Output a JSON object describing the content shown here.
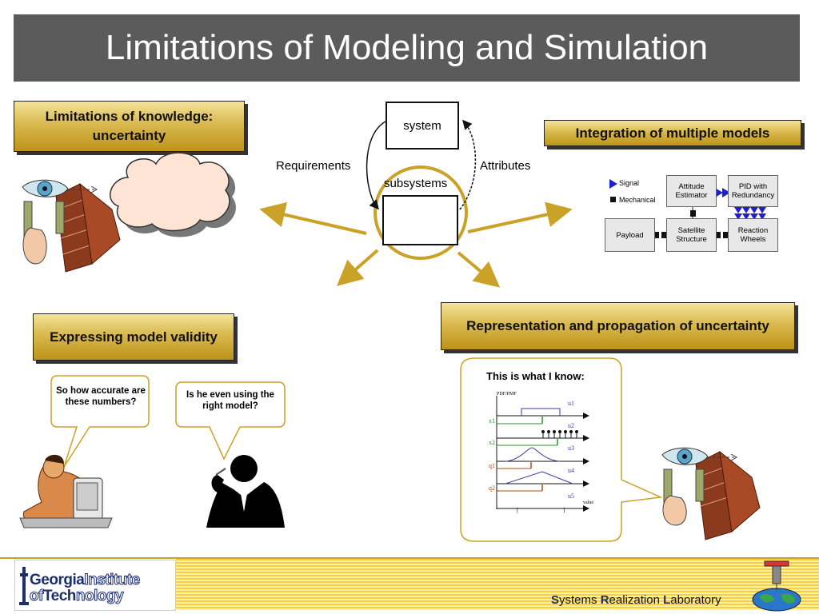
{
  "title": "Limitations of Modeling and Simulation",
  "boxes": {
    "knowledge": "Limitations of knowledge: uncertainty",
    "integration": "Integration of multiple models",
    "validity": "Expressing model validity",
    "representation": "Representation and propagation of uncertainty"
  },
  "center": {
    "system": "system",
    "subsystems": "subsystems",
    "requirements": "Requirements",
    "attributes": "Attributes"
  },
  "model_diagram": {
    "legend_signal": "Signal",
    "legend_mechanical": "Mechanical",
    "attitude": "Attitude Estimator",
    "pid": "PID with Redundancy",
    "payload": "Payload",
    "satellite": "Satellite Structure",
    "reaction": "Reaction Wheels"
  },
  "bubbles": {
    "accuracy": "So how accurate are these numbers?",
    "model": "Is he even using the right model?",
    "know": "This is what I know:"
  },
  "plot": {
    "ylabel": "PDF/PMF",
    "xlabel": "value",
    "series": [
      "u1",
      "u2",
      "u3",
      "u4",
      "u5"
    ],
    "left_labels": [
      "x1",
      "x2",
      "q1",
      "q2"
    ]
  },
  "footer": {
    "logo_line1a": "Georgia",
    "logo_line1b": "Institute",
    "logo_line2a": "of",
    "logo_line2b": "Tech",
    "logo_line2c": "nology",
    "lab_s": "S",
    "lab_1": "ystems ",
    "lab_r": "R",
    "lab_2": "ealization ",
    "lab_l": "L",
    "lab_3": "aboratory"
  },
  "colors": {
    "accent_gold": "#c9a227",
    "title_bg": "#5b5b5b",
    "signal_blue": "#1f1fd0",
    "green_arrow": "#1f9a1f",
    "brown_arrow": "#b04a10"
  }
}
